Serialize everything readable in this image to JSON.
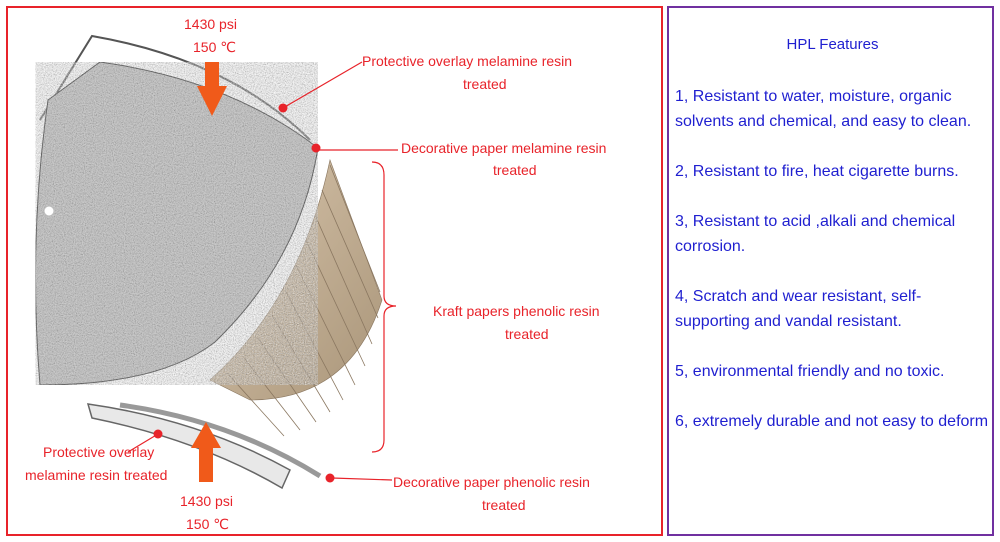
{
  "labels": {
    "top_pressure": "1430 psi",
    "top_temp": "150 ℃",
    "top_overlay_l1": "Protective overlay  melamine  resin",
    "top_overlay_l2": "treated",
    "deco_melamine_l1": "Decorative paper melamine resin",
    "deco_melamine_l2": "treated",
    "kraft_l1": "Kraft papers phenolic  resin",
    "kraft_l2": "treated",
    "bottom_overlay_l1": "Protective overlay",
    "bottom_overlay_l2": "melamine resin treated",
    "deco_phenolic_l1": "Decorative paper phenolic  resin",
    "deco_phenolic_l2": "treated",
    "bottom_pressure": "1430 psi",
    "bottom_temp": "150 ℃"
  },
  "features": {
    "title": "HPL Features",
    "items": [
      "1, Resistant to water, moisture, organic solvents and chemical, and easy to clean.",
      "2, Resistant to fire, heat cigarette burns.",
      "3, Resistant to acid ,alkali and chemical corrosion.",
      "4, Scratch and wear resistant, self-supporting  and vandal resistant.",
      "5, environmental friendly and no toxic.",
      "6, extremely durable and not easy to deform"
    ]
  },
  "colors": {
    "label_red": "#e8232a",
    "feature_blue": "#1f1fd0",
    "left_border": "#e8232a",
    "right_border": "#7030a0",
    "kraft": "#c9b49a",
    "arrow": "#f05a1a"
  }
}
